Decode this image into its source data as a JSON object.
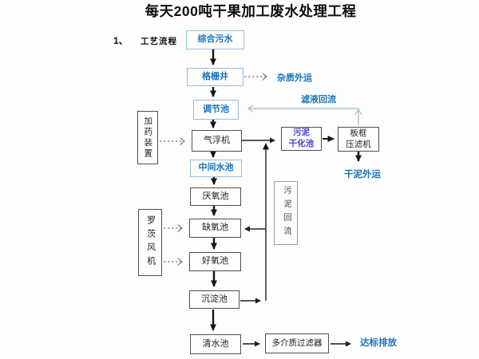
{
  "title": "每天200吨干果加工废水处理工程",
  "section": {
    "number": "1、",
    "label": "工艺流程"
  },
  "nodes": {
    "comprehensive_sewage": "综合污水",
    "grid_well": "格栅井",
    "regulating_tank": "调节池",
    "air_flotation": "气浮机",
    "intermediate_tank": "中间水池",
    "anaerobic_tank": "厌氧池",
    "anoxic_tank": "缺氧池",
    "aerobic_tank": "好氧池",
    "sedimentation_tank": "沉淀池",
    "clean_water_tank": "清水池",
    "multimedia_filter": "多介质过滤器",
    "dosing_device": "加药装置",
    "roots_blower": "罗茨风机",
    "sludge_drying_tank": "污泥\n干化池",
    "plate_frame_filter_press": "板框\n压滤机",
    "sludge_return": "污泥回流"
  },
  "labels": {
    "impurity_outbound": "杂质外运",
    "filtrate_reflux": "滤液回流",
    "dry_mud_outbound": "干泥外运",
    "standard_discharge": "达标排放"
  },
  "colors": {
    "blue_text": "#1b72b8",
    "blue_box_border": "#93bddf",
    "purple_text": "#4343cb",
    "dark_box_border": "#4f4f4f",
    "light_blue_line": "#a6c0da",
    "arrow_black": "#161616",
    "dashed_gray": "#7f7f7f",
    "background": "#fdfdfd"
  }
}
